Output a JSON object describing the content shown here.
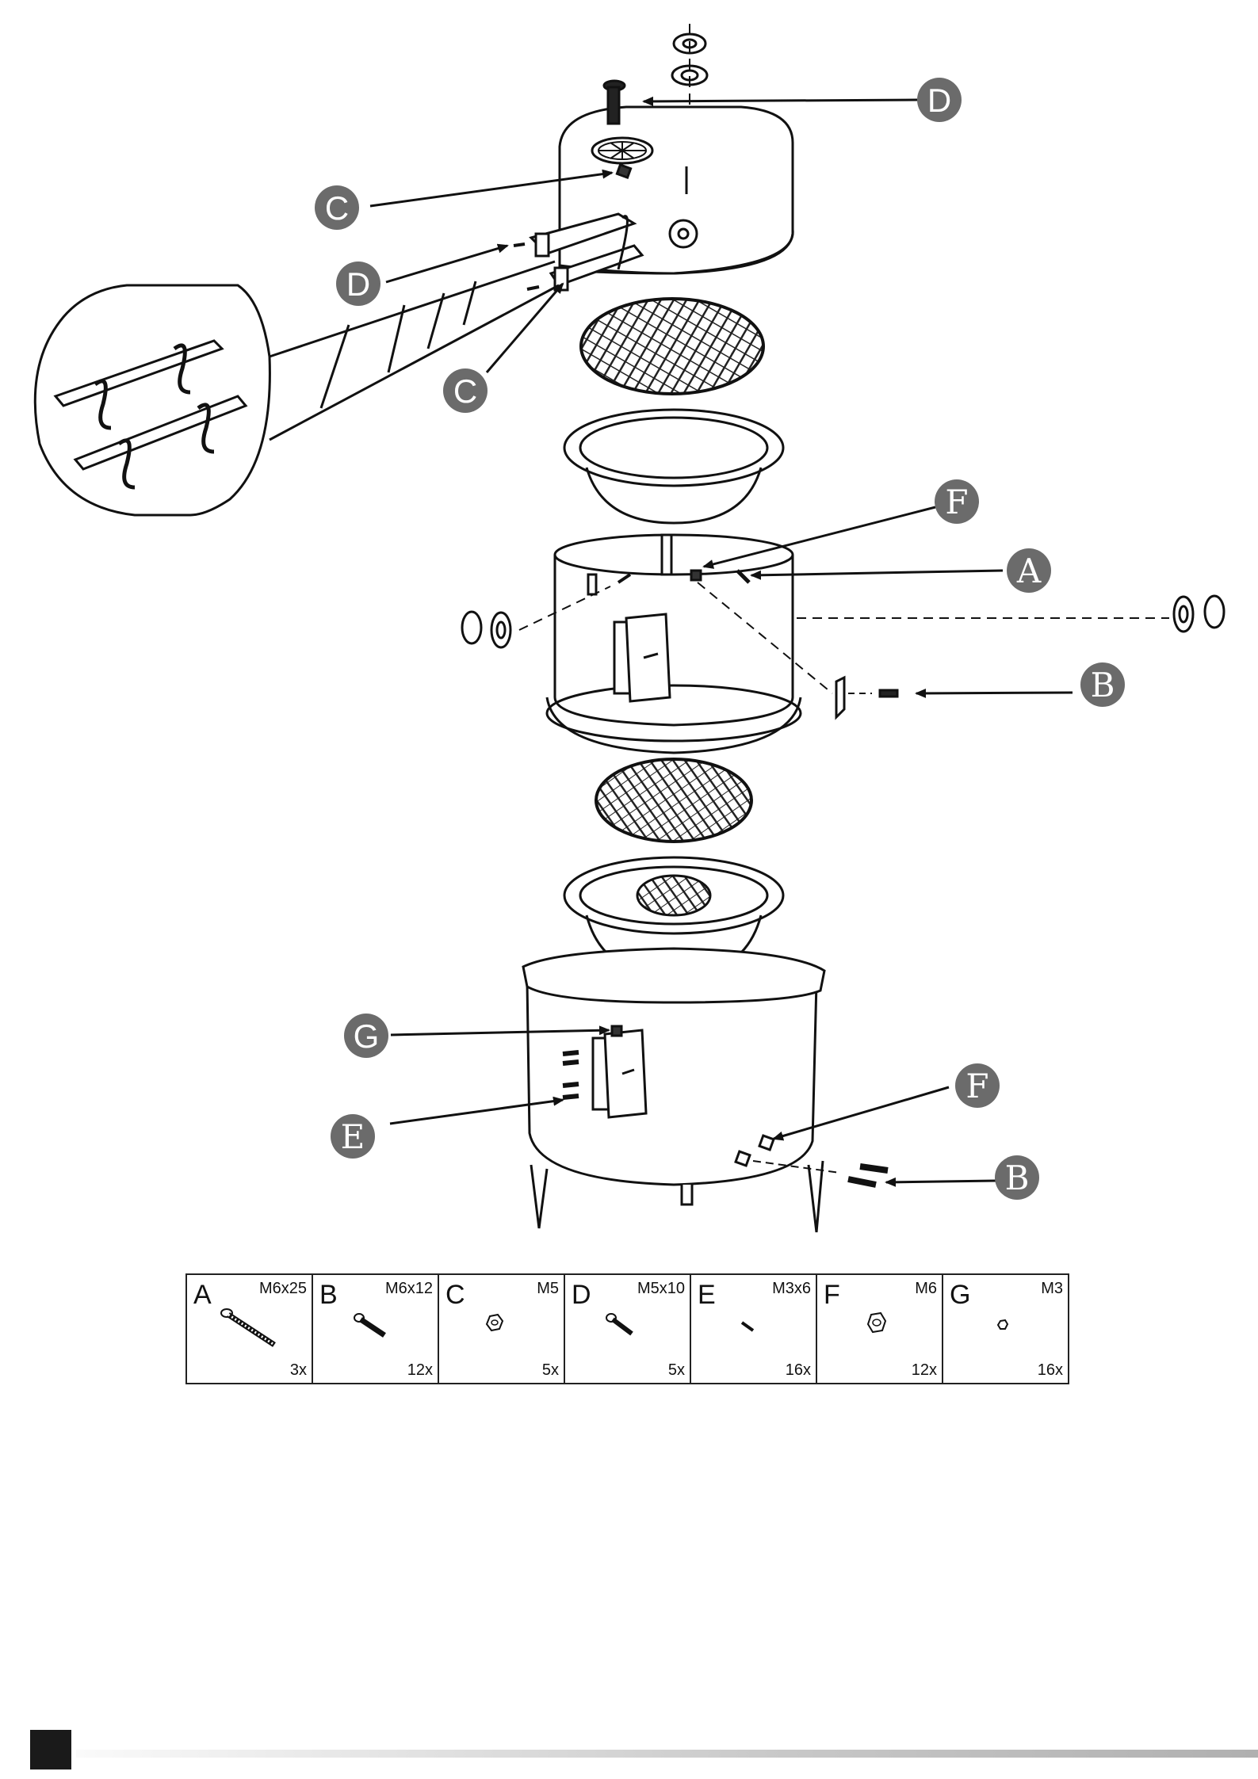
{
  "callouts": {
    "d_top": "D",
    "c_top": "C",
    "d_side": "D",
    "c_side": "C",
    "f_mid": "F",
    "a_mid": "A",
    "b_mid": "B",
    "g_bottom": "G",
    "e_bottom": "E",
    "f_bottom": "F",
    "b_bottom": "B"
  },
  "parts": [
    {
      "letter": "A",
      "size": "M6x25",
      "qty": "3x",
      "icon": "long-bolt-icon"
    },
    {
      "letter": "B",
      "size": "M6x12",
      "qty": "12x",
      "icon": "bolt-icon"
    },
    {
      "letter": "C",
      "size": "M5",
      "qty": "5x",
      "icon": "nut-icon"
    },
    {
      "letter": "D",
      "size": "M5x10",
      "qty": "5x",
      "icon": "bolt-icon"
    },
    {
      "letter": "E",
      "size": "M3x6",
      "qty": "16x",
      "icon": "small-screw-icon"
    },
    {
      "letter": "F",
      "size": "M6",
      "qty": "12x",
      "icon": "nut-icon"
    },
    {
      "letter": "G",
      "size": "M3",
      "qty": "16x",
      "icon": "small-nut-icon"
    }
  ]
}
